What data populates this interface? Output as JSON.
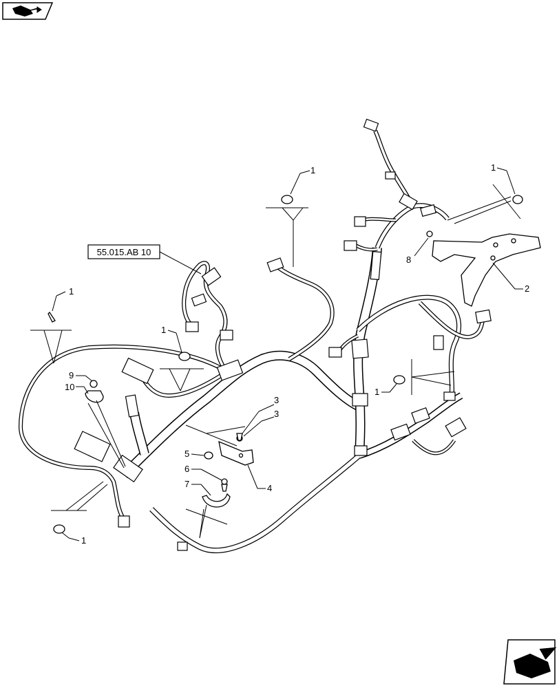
{
  "reference": {
    "label": "55.015.AB 10"
  },
  "callouts": {
    "item1": "1",
    "item2": "2",
    "item3": "3",
    "item4": "4",
    "item5": "5",
    "item6": "6",
    "item7": "7",
    "item8": "8",
    "item9": "9",
    "item10": "10"
  },
  "navigation": {
    "previous_icon": "back-arrow-icon",
    "next_icon": "forward-arrow-icon"
  },
  "colors": {
    "line": "#000000",
    "background": "#ffffff"
  }
}
